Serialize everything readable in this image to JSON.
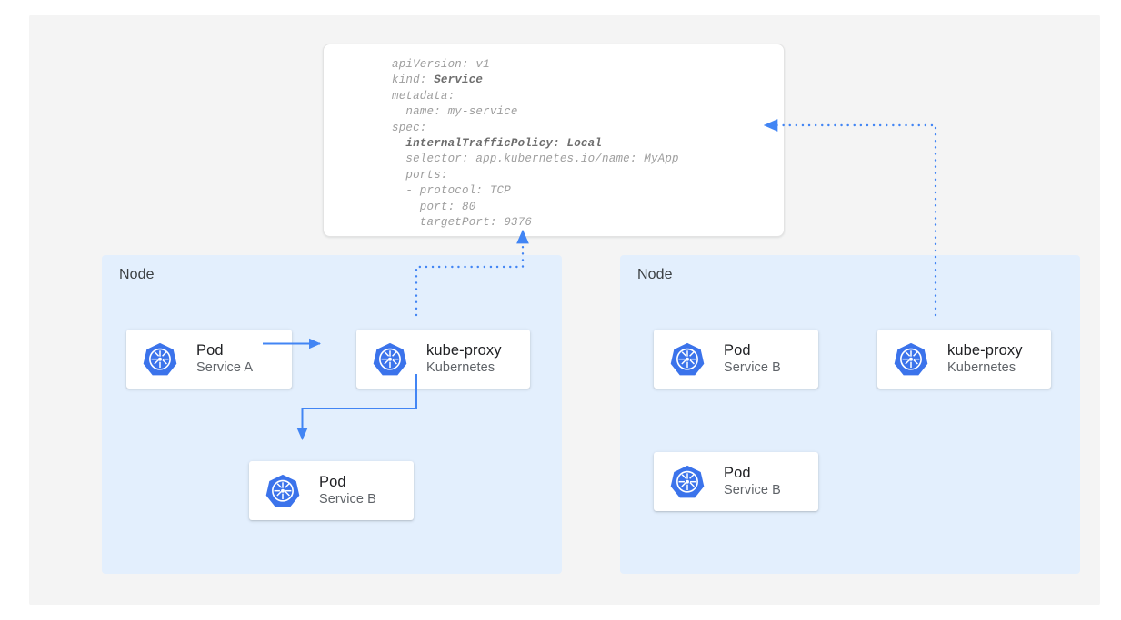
{
  "canvas": {
    "background": "#f4f4f4",
    "node_fill": "#e3effd",
    "accent": "#4285f4",
    "card_bg": "#ffffff"
  },
  "yaml_card": {
    "name": "service-manifest",
    "language": "yaml",
    "code": "apiVersion: v1\nkind: <b>Service</b>\nmetadata:\n  name: my-service\nspec:\n  <b>internalTrafficPolicy: Local</b>\n  selector: app.kubernetes.io/name: MyApp\n  ports:\n  - protocol: TCP\n    port: 80\n    targetPort: 9376",
    "lines": [
      "apiVersion: v1",
      "kind: Service",
      "metadata:",
      "  name: my-service",
      "spec:",
      "  internalTrafficPolicy: Local",
      "  selector: app.kubernetes.io/name: MyApp",
      "  ports:",
      "  - protocol: TCP",
      "    port: 80",
      "    targetPort: 9376"
    ],
    "bold_lines": [
      "kind: Service",
      "internalTrafficPolicy: Local"
    ],
    "fields": {
      "apiVersion": "v1",
      "kind": "Service",
      "metadata_name": "my-service",
      "internalTrafficPolicy": "Local",
      "selector": "app.kubernetes.io/name: MyApp",
      "protocol": "TCP",
      "port": "80",
      "targetPort": "9376"
    }
  },
  "nodes": [
    {
      "id": "node-left",
      "label": "Node",
      "cards": [
        {
          "id": "card-pod-a",
          "title": "Pod",
          "subtitle": "Service A",
          "icon": "kubernetes-icon"
        },
        {
          "id": "card-kube-proxy-l",
          "title": "kube-proxy",
          "subtitle": "Kubernetes",
          "icon": "kubernetes-icon"
        },
        {
          "id": "card-pod-b-left",
          "title": "Pod",
          "subtitle": "Service B",
          "icon": "kubernetes-icon"
        }
      ]
    },
    {
      "id": "node-right",
      "label": "Node",
      "cards": [
        {
          "id": "card-pod-b-r1",
          "title": "Pod",
          "subtitle": "Service B",
          "icon": "kubernetes-icon"
        },
        {
          "id": "card-kube-proxy-r",
          "title": "kube-proxy",
          "subtitle": "Kubernetes",
          "icon": "kubernetes-icon"
        },
        {
          "id": "card-pod-b-r2",
          "title": "Pod",
          "subtitle": "Service B",
          "icon": "kubernetes-icon"
        }
      ]
    }
  ],
  "connectors": [
    {
      "id": "pod-a-to-kube-proxy",
      "style": "solid",
      "arrow": "end",
      "from": "card-pod-a",
      "to": "card-kube-proxy-l"
    },
    {
      "id": "kube-proxy-to-pod-b",
      "style": "solid",
      "arrow": "end",
      "from": "card-kube-proxy-l",
      "to": "card-pod-b-left"
    },
    {
      "id": "kube-proxy-left-to-manifest",
      "style": "dotted",
      "arrow": "end",
      "from": "card-kube-proxy-l",
      "to": "yaml-card"
    },
    {
      "id": "kube-proxy-right-to-manifest",
      "style": "dotted",
      "arrow": "end",
      "from": "card-kube-proxy-r",
      "to": "yaml-card"
    }
  ]
}
